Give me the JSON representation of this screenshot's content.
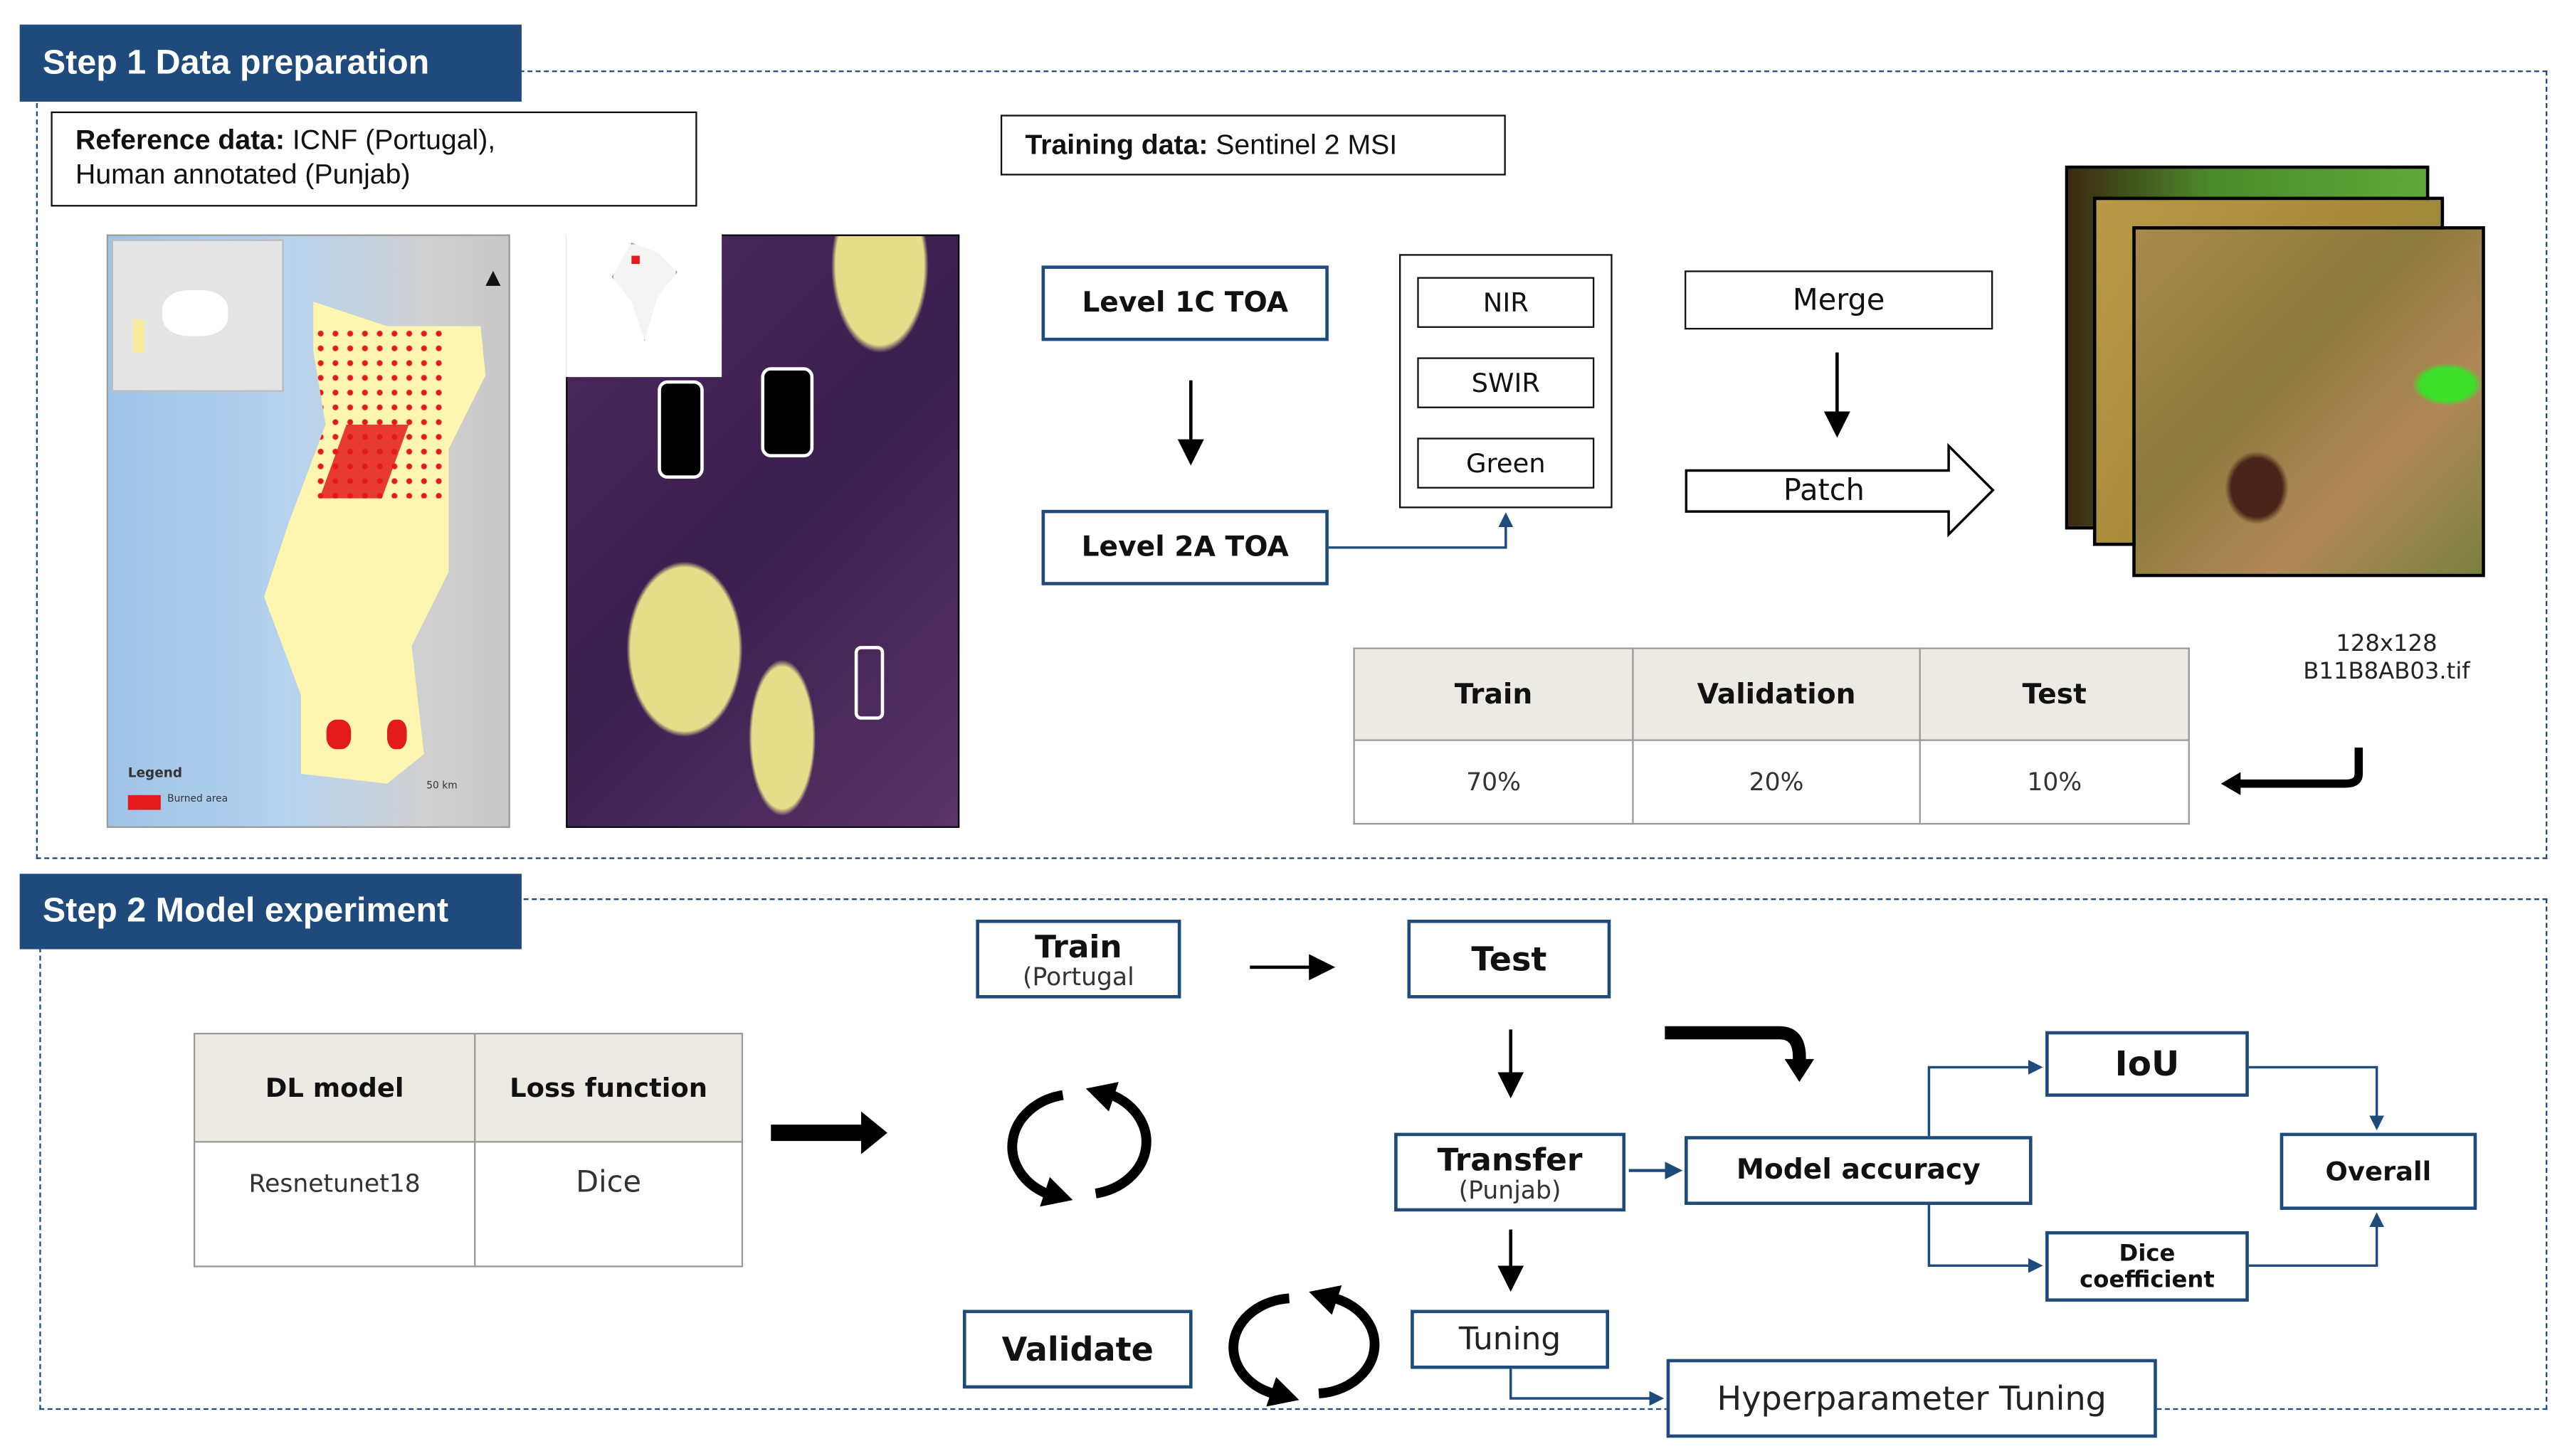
{
  "step1": {
    "header": "Step 1 Data preparation",
    "reference": {
      "label": "Reference data:",
      "text_line1": " ICNF (Portugal),",
      "text_line2": "Human annotated (Punjab)"
    },
    "training": {
      "label": "Training data:",
      "text": " Sentinel 2 MSI"
    },
    "level1c": "Level 1C TOA",
    "level2a": "Level 2A TOA",
    "bands": [
      "NIR",
      "SWIR",
      "Green"
    ],
    "merge": "Merge",
    "patch": "Patch",
    "patch_size": "128x128",
    "patch_file": "B11B8AB03.tif",
    "map_legend": {
      "title": "Legend",
      "item": "Burned area",
      "scale": "50 km"
    },
    "split_table": {
      "headers": [
        "Train",
        "Validation",
        "Test"
      ],
      "values": [
        "70%",
        "20%",
        "10%"
      ]
    }
  },
  "step2": {
    "header": "Step 2 Model experiment",
    "model_table": {
      "headers": [
        "DL model",
        "Loss function"
      ],
      "values": [
        "Resnetunet18",
        "Dice"
      ]
    },
    "train": {
      "label": "Train",
      "sub": "(Portugal"
    },
    "test": "Test",
    "validate": "Validate",
    "transfer": {
      "label": "Transfer",
      "sub": "(Punjab)"
    },
    "tuning": "Tuning",
    "hyperparameter": "Hyperparameter Tuning",
    "model_accuracy": "Model accuracy",
    "iou": "IoU",
    "dice": "Dice coefficient",
    "overall": "Overall"
  },
  "colors": {
    "header_bg": "#1f4a7c",
    "box_border": "#1f4a7c",
    "table_header_bg": "#ecebe3",
    "burned": "#e31a1c",
    "land": "#fdf5b0"
  }
}
